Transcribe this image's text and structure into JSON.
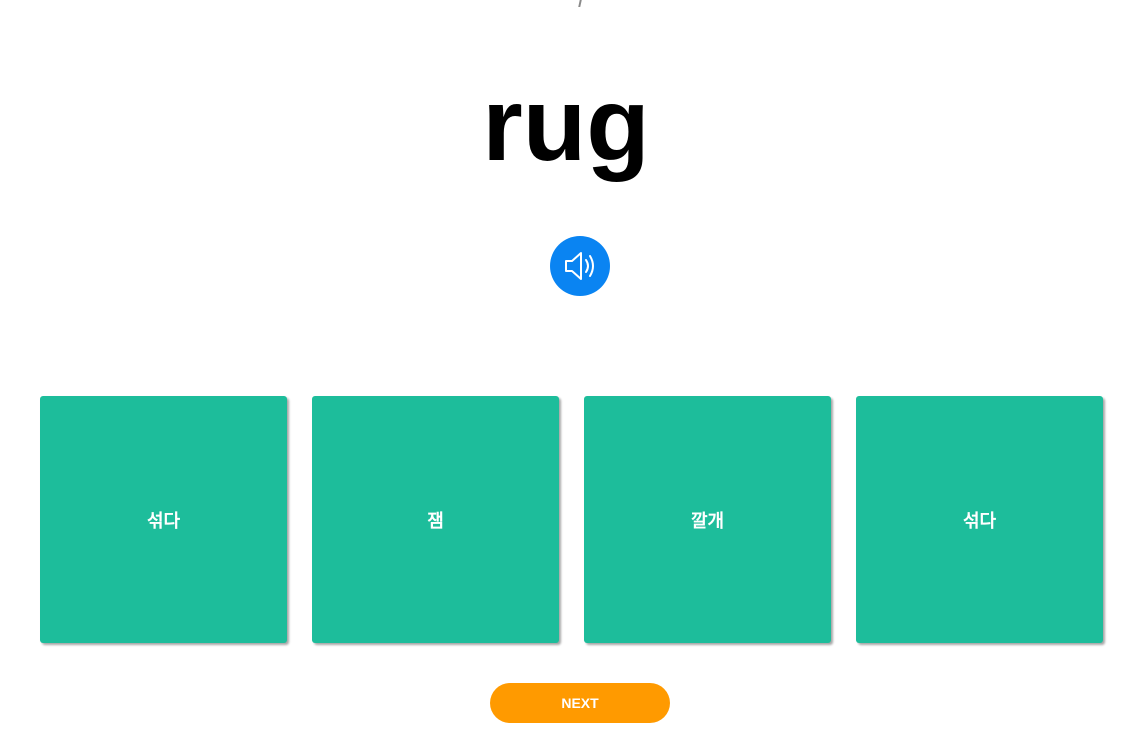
{
  "quiz": {
    "word": "rug",
    "audio_icon": "speaker-icon",
    "options": [
      {
        "label": "섞다"
      },
      {
        "label": "잼"
      },
      {
        "label": "깔개"
      },
      {
        "label": "섞다"
      }
    ],
    "next_label": "NEXT"
  },
  "colors": {
    "option_bg": "#1dbd9b",
    "audio_bg": "#0a84f2",
    "next_bg": "#ff9a00"
  }
}
